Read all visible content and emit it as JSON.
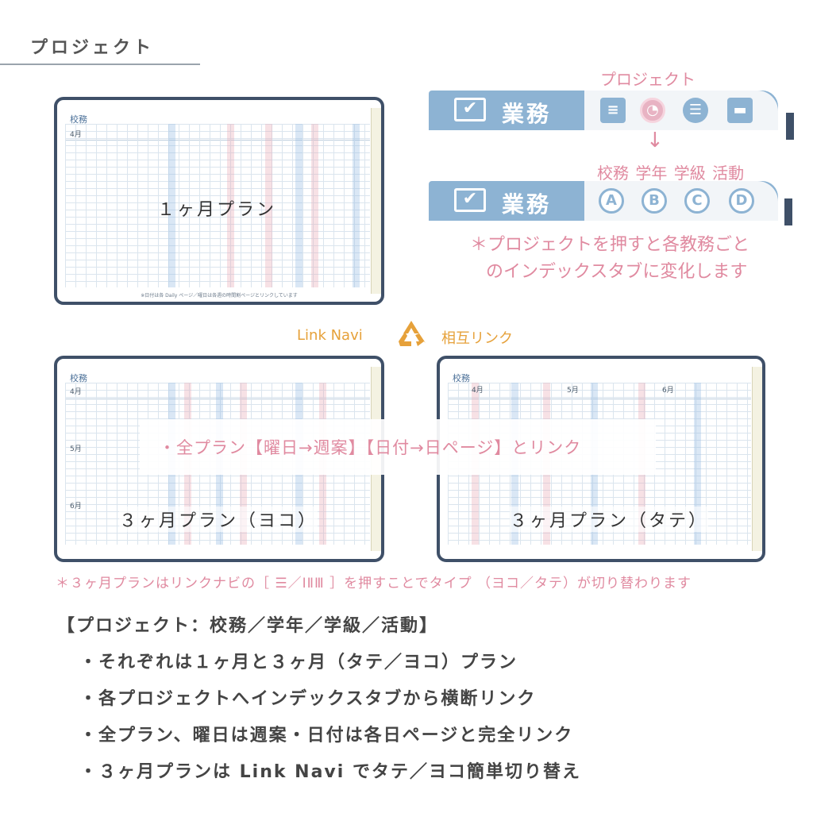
{
  "page_title": "プロジェクト",
  "tabs": {
    "project_label": "プロジェクト",
    "business_label": "業務",
    "project_sub_labels": [
      "校務",
      "学年",
      "学級",
      "活動"
    ],
    "letter_icons": [
      "A",
      "B",
      "C",
      "D"
    ],
    "note_line1": "＊プロジェクトを押すと各教務ごと",
    "note_line2": "のインデックスタブに変化します"
  },
  "planners": {
    "plan1": {
      "label": "１ヶ月プラン",
      "months": [
        "4月"
      ],
      "subject": "校務"
    },
    "plan3_yoko": {
      "label": "３ヶ月プラン（ヨコ）",
      "months": [
        "4月",
        "5月",
        "6月"
      ],
      "subject": "校務"
    },
    "plan3_tate": {
      "label": "３ヶ月プラン（タテ）",
      "months": [
        "4月",
        "5月",
        "6月"
      ],
      "subject": "校務"
    },
    "footer_note": "※日付は各 Daily ページ／曜日は各週の時間割ページとリンクしています"
  },
  "link": {
    "link_navi": "Link Navi",
    "mutual_link": "相互リンク",
    "all_plans_link": "・全プラン【曜日→週案】【日付→日ページ】とリンク",
    "switch_note": "＊３ヶ月プランはリンクナビの［ ☰／ⅠⅡⅢ ］を押すことでタイプ （ヨコ／タテ）が切り替わります"
  },
  "summary": {
    "heading": "【プロジェクト：校務／学年／学級／活動】",
    "items": [
      "・それぞれは１ヶ月と３ヶ月（タテ／ヨコ）プラン",
      "・各プロジェクトへインデックスタブから横断リンク",
      "・全プラン、曜日は週案・日付は各日ページと完全リンク",
      "・３ヶ月プランは Link Navi でタテ／ヨコ簡単切り替え"
    ]
  },
  "colors": {
    "accent_pink": "#e08aa0",
    "tab_blue": "#8db3d3",
    "frame_navy": "#3f5068",
    "link_orange": "#e6a13a"
  }
}
